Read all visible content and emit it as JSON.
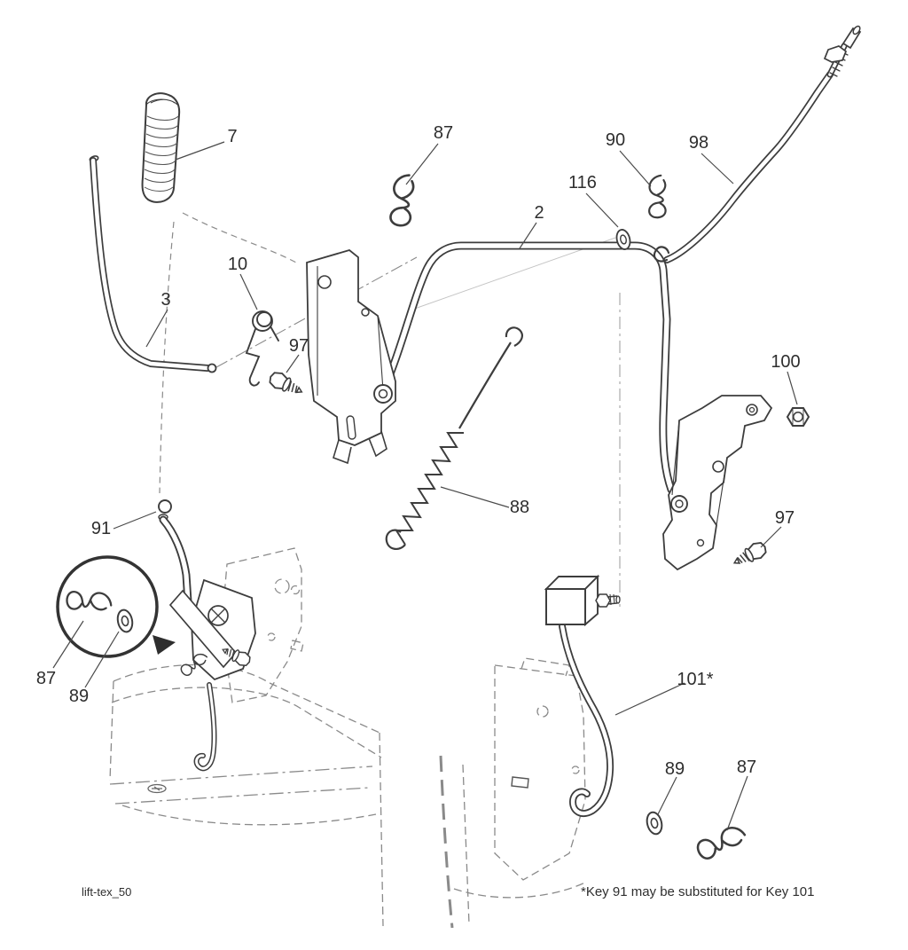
{
  "figure": {
    "code": "lift-tex_50",
    "footnote": "*Key 91 may be substituted for Key 101",
    "callouts": {
      "grip": "7",
      "clip_top": "87",
      "clip_rod98": "90",
      "lift_rod": "98",
      "washer_rod98": "116",
      "cross_shaft": "2",
      "torsion_spring": "10",
      "handle_shaft": "3",
      "bolt_left": "97",
      "nut": "100",
      "extension_spring": "88",
      "link_left": "91",
      "bolt_right": "97",
      "clip_detail": "87",
      "washer_detail": "89",
      "link_right": "101*",
      "washer_lower": "89",
      "clip_lower": "87"
    }
  }
}
